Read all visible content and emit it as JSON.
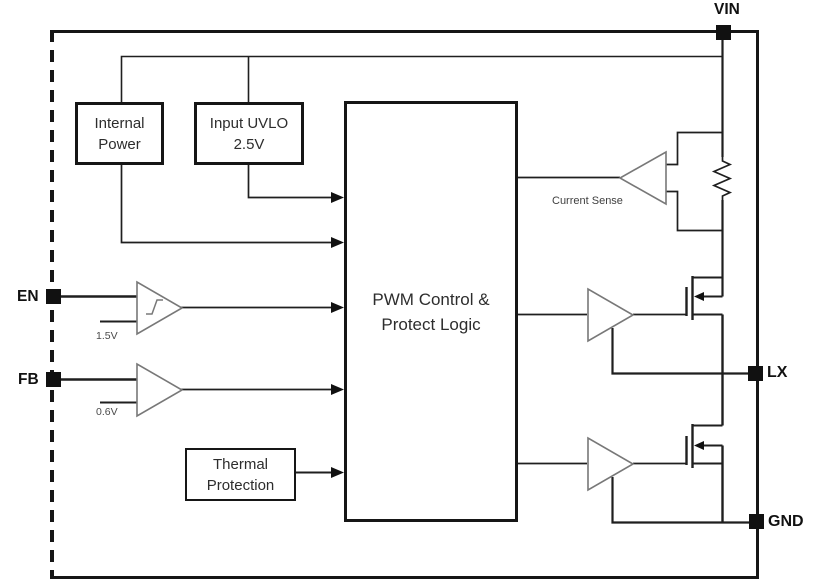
{
  "pins": {
    "vin": {
      "label": "VIN"
    },
    "en": {
      "label": "EN"
    },
    "fb": {
      "label": "FB"
    },
    "lx": {
      "label": "LX"
    },
    "gnd": {
      "label": "GND"
    }
  },
  "blocks": {
    "internal_power": {
      "line1": "Internal",
      "line2": "Power"
    },
    "input_uvlo": {
      "line1": "Input UVLO",
      "line2": "2.5V"
    },
    "pwm": {
      "line1": "PWM Control &",
      "line2": "Protect Logic"
    },
    "thermal": {
      "line1": "Thermal",
      "line2": "Protection"
    }
  },
  "references": {
    "en_threshold": "1.5V",
    "fb_threshold": "0.6V"
  },
  "annotations": {
    "current_sense": "Current Sense"
  },
  "colors": {
    "line": "#1f1f1f",
    "block_border": "#161616",
    "symbol_outline": "#787878",
    "pin_fill": "#111111",
    "background": "#ffffff"
  }
}
